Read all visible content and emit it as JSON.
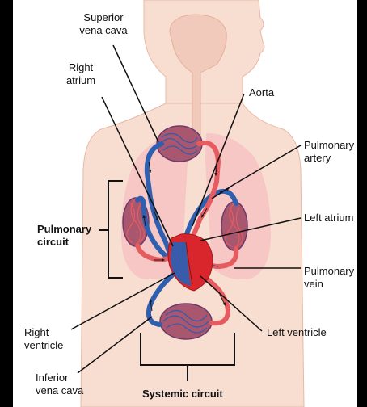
{
  "labels": {
    "superior_vena_cava": "Superior\nvena cava",
    "right_atrium": "Right\natrium",
    "aorta": "Aorta",
    "pulmonary_artery": "Pulmonary\nartery",
    "left_atrium": "Left atrium",
    "pulmonary_circuit": "Pulmonary\ncircuit",
    "pulmonary_vein": "Pulmonary\nvein",
    "right_ventricle": "Right\nventricle",
    "left_ventricle": "Left ventricle",
    "inferior_vena_cava": "Inferior\nvena cava",
    "systemic_circuit": "Systemic circuit"
  },
  "colors": {
    "body_skin": "#f8ded0",
    "body_outline": "#e8b9a6",
    "lung": "#f6c3c3",
    "deoxygenated_blue": "#2f5fb0",
    "oxygenated_red": "#e65b5f",
    "capillary_purple": "#8a5a9a",
    "heart_red": "#d8262c",
    "leader_line": "#111111"
  }
}
